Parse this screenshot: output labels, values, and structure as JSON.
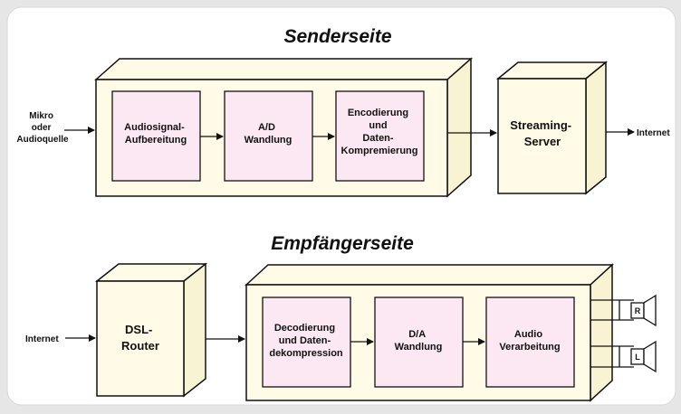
{
  "colors": {
    "page_bg": "#e6e6e6",
    "panel_bg": "#ffffff",
    "box_fill": "#fffbe6",
    "box_side": "#f8f3d2",
    "inner_fill": "#fbe8f2",
    "stroke": "#111111"
  },
  "sender": {
    "title": "Senderseite",
    "input_label": [
      "Mikro",
      "oder",
      "Audioquelle"
    ],
    "blocks": [
      [
        "Audiosignal-",
        "Aufbereitung"
      ],
      [
        "A/D",
        "Wandlung"
      ],
      [
        "Encodierung",
        "und",
        "Daten-",
        "Kompremierung"
      ]
    ],
    "server": [
      "Streaming-",
      "Server"
    ],
    "output_label": "Internet"
  },
  "receiver": {
    "title": "Empfängerseite",
    "input_label": "Internet",
    "router": [
      "DSL-",
      "Router"
    ],
    "blocks": [
      [
        "Decodierung",
        "und Daten-",
        "dekompression"
      ],
      [
        "D/A",
        "Wandlung"
      ],
      [
        "Audio",
        "Verarbeitung"
      ]
    ],
    "speakers": [
      "R",
      "L"
    ]
  }
}
